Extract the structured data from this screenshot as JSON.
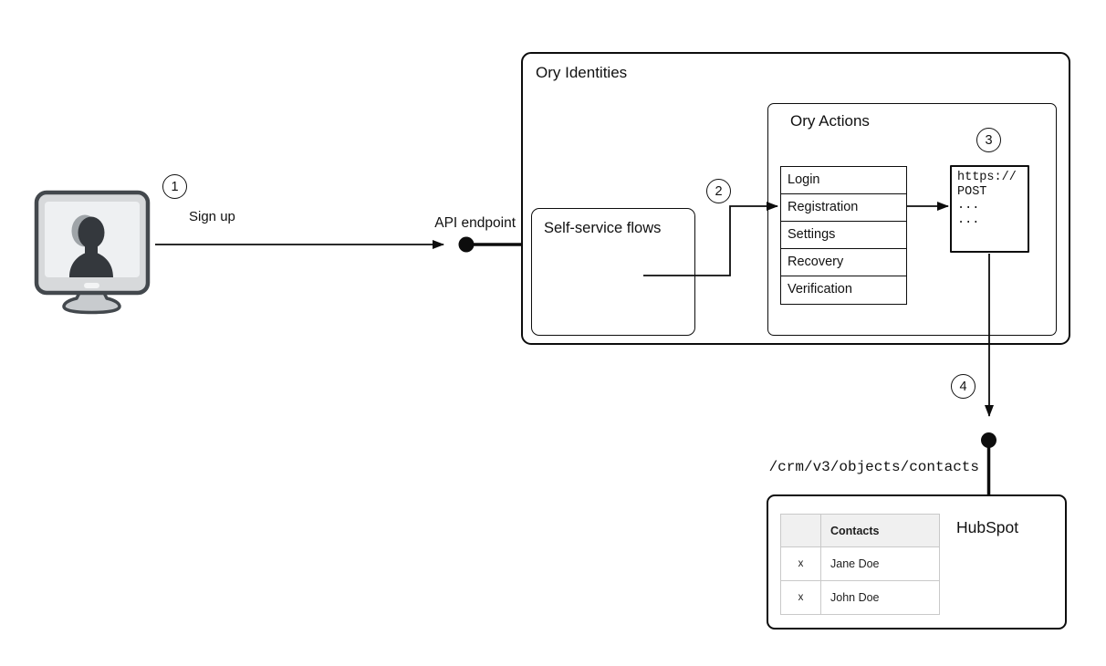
{
  "colors": {
    "background": "#ffffff",
    "line": "#0d0d0d",
    "table_header_bg": "#f0f0f0",
    "table_border": "#c9c9c9",
    "monitor_frame": "#43484d",
    "monitor_frame_fill": "#d7d9db",
    "monitor_screen": "#eef0f2",
    "monitor_person": "#34383d"
  },
  "icons": {
    "user_device": "monitor-user-icon",
    "api_endpoint_node": "filled-circle-node",
    "hubspot_endpoint_node": "filled-circle-node"
  },
  "steps": {
    "one": "1",
    "two": "2",
    "three": "3",
    "four": "4"
  },
  "labels": {
    "sign_up": "Sign up",
    "api_endpoint": "API endpoint",
    "crm_path": "/crm/v3/objects/contacts"
  },
  "ory_identities": {
    "title": "Ory Identities",
    "self_service_flows": {
      "title": "Self-service flows"
    },
    "ory_actions": {
      "title": "Ory Actions",
      "flows": [
        "Login",
        "Registration",
        "Settings",
        "Recovery",
        "Verification"
      ],
      "webhook": {
        "lines": [
          "https://",
          "POST",
          "...",
          "..."
        ]
      }
    }
  },
  "hubspot": {
    "title": "HubSpot",
    "contacts_table": {
      "headers": [
        "",
        "Contacts"
      ],
      "rows": [
        [
          "x",
          "Jane Doe"
        ],
        [
          "x",
          "John Doe"
        ]
      ]
    }
  }
}
